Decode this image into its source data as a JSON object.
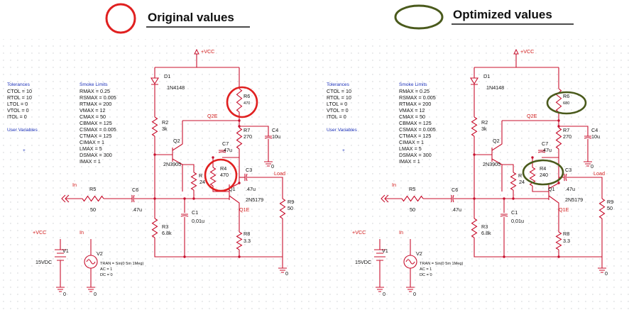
{
  "header": {
    "original_label": "Original values",
    "optimized_label": "Optimized values",
    "original_color": "#e02020",
    "optimized_color": "#4a5a1c"
  },
  "tolerances": {
    "title": "Tolerances",
    "items": [
      "CTOL = 10",
      "RTOL = 10",
      "LTOL = 0",
      "VTOL = 0",
      "ITOL = 0"
    ]
  },
  "user_variables": "User Variables",
  "smoke_limits": {
    "title": "Smoke Limits",
    "items": [
      "RMAX = 0.25",
      "RSMAX = 0.005",
      "RTMAX = 200",
      "VMAX = 12",
      "CMAX = 50",
      "CBMAX = 125",
      "CSMAX = 0.005",
      "CTMAX = 125",
      "CIMAX = 1",
      "LMAX = 5",
      "DSMAX = 300",
      "IMAX = 1"
    ]
  },
  "circuits": [
    {
      "vcc_top": "+VCC",
      "vcc_bottom": "+VCC",
      "d1": "D1",
      "d1_part": "1N4148",
      "r2": "R2",
      "r2_val": "3k",
      "q2": "Q2",
      "q2_part": "2N3905",
      "q2e": "Q2E",
      "r6": "R6",
      "r6_val": "470",
      "r7": "R7",
      "r7_val": "270",
      "c4": "C4",
      "c4_val": "10u",
      "c7": "C7",
      "c7_val": ".47u",
      "r4": "R4",
      "r4_val": "470",
      "r1": "R1",
      "r1_val": "24",
      "c3": "C3",
      "c3_val": ".47u",
      "load": "Load",
      "q1": "Q1",
      "q1_part": "2N5179",
      "q1e": "Q1E",
      "in": "In",
      "r5": "R5",
      "r5_val": "50",
      "c6": "C6",
      "c6_val": ".47u",
      "c1": "C1",
      "c1_val": "0.01u",
      "r3": "R3",
      "r3_val": "6.8k",
      "r8": "R8",
      "r8_val": "3.3",
      "r9": "R9",
      "r9_val": "50",
      "v1": "V1",
      "v1_val": "15VDC",
      "v2": "V2",
      "v2_in": "In",
      "v2_tran": "TRAN = Sin(0 5m 1Meg)",
      "v2_ac": "AC = 1",
      "v2_dc": "DC = 0",
      "gnd": "0"
    },
    {
      "vcc_top": "+VCC",
      "vcc_bottom": "+VCC",
      "d1": "D1",
      "d1_part": "1N4148",
      "r2": "R2",
      "r2_val": "3k",
      "q2": "Q2",
      "q2_part": "2N3905",
      "q2e": "Q2E",
      "r6": "R6",
      "r6_val": "680",
      "r7": "R7",
      "r7_val": "270",
      "c4": "C4",
      "c4_val": "10u",
      "c7": "C7",
      "c7_val": ".47u",
      "r4": "R4",
      "r4_val": "240",
      "r1": "R1",
      "r1_val": "24",
      "c3": "C3",
      "c3_val": ".47u",
      "load": "Load",
      "q1": "Q1",
      "q1_part": "2N5179",
      "q1e": "Q1E",
      "in": "In",
      "r5": "R5",
      "r5_val": "50",
      "c6": "C6",
      "c6_val": ".47u",
      "c1": "C1",
      "c1_val": "0.01u",
      "r3": "R3",
      "r3_val": "6.8k",
      "r8": "R8",
      "r8_val": "3.3",
      "r9": "R9",
      "r9_val": "50",
      "v1": "V1",
      "v1_val": "15VDC",
      "v2": "V2",
      "v2_in": "In",
      "v2_tran": "TRAN = Sin(0 5m 1Meg)",
      "v2_ac": "AC = 1",
      "v2_dc": "DC = 0",
      "gnd": "0"
    }
  ]
}
